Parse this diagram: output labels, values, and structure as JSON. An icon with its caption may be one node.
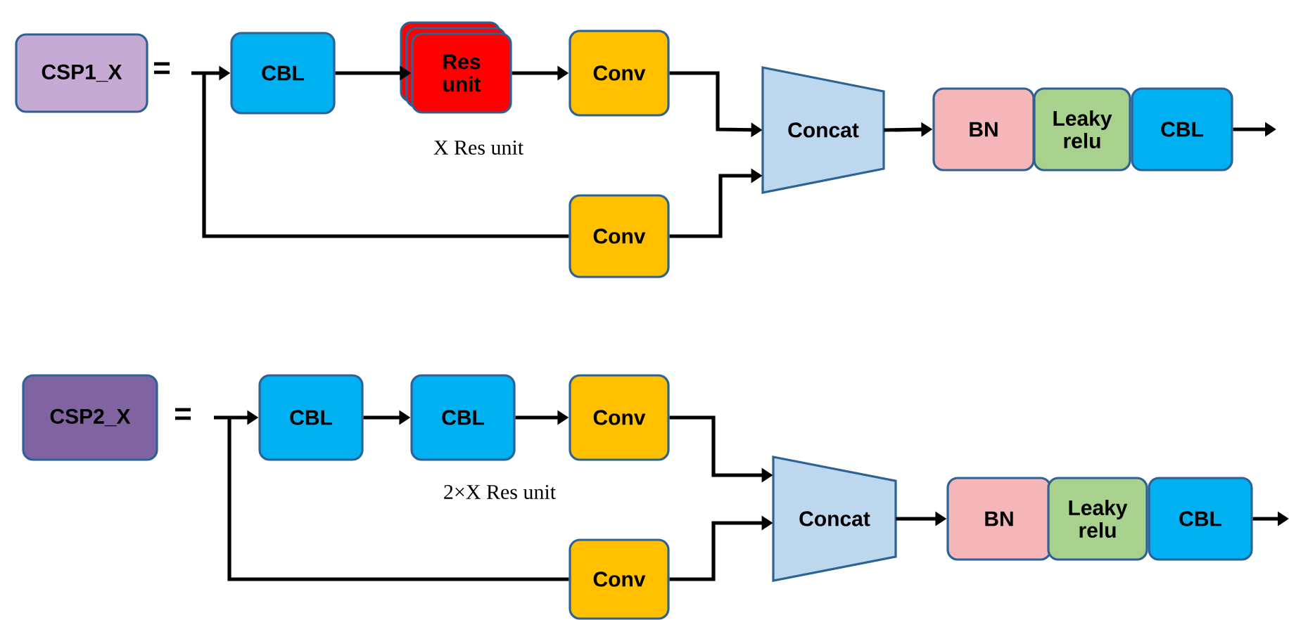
{
  "diagram": {
    "nodes": [
      {
        "text": [
          "CSP1_X"
        ]
      },
      {
        "text": [
          "CBL"
        ]
      },
      {
        "text": [
          "Res unit"
        ]
      },
      {
        "text": [
          "Conv"
        ]
      },
      {
        "text": [
          "Conv"
        ]
      },
      {
        "text": [
          "Concat"
        ]
      },
      {
        "text": [
          "BN"
        ]
      },
      {
        "text": [
          "Leaky relu"
        ]
      },
      {
        "text": [
          "CBL"
        ]
      },
      {
        "text": [
          "CSP2_X"
        ]
      },
      {
        "text": [
          "CBL"
        ]
      },
      {
        "text": [
          "CBL"
        ]
      },
      {
        "text": [
          "Conv"
        ]
      },
      {
        "text": [
          "Conv"
        ]
      },
      {
        "text": [
          "Concat"
        ]
      },
      {
        "text": [
          "BN"
        ]
      },
      {
        "text": [
          "Leaky relu"
        ]
      },
      {
        "text": [
          "CBL"
        ]
      }
    ],
    "edges": [
      {
        "from": null,
        "to": 1,
        "arrow": "to"
      },
      {
        "from": null,
        "to": 4,
        "arrow": "none"
      },
      {
        "from": 1,
        "to": 2,
        "arrow": "to"
      },
      {
        "from": 2,
        "to": 3,
        "arrow": "to"
      },
      {
        "from": 3,
        "to": 5,
        "arrow": "to"
      },
      {
        "from": 4,
        "to": 5,
        "arrow": "to"
      },
      {
        "from": 5,
        "to": 6,
        "arrow": "to"
      },
      {
        "from": 8,
        "to": null,
        "arrow": "to"
      },
      {
        "from": null,
        "to": 10,
        "arrow": "to"
      },
      {
        "from": null,
        "to": 13,
        "arrow": "none"
      },
      {
        "from": 10,
        "to": 11,
        "arrow": "to"
      },
      {
        "from": 11,
        "to": 12,
        "arrow": "to"
      },
      {
        "from": 12,
        "to": 14,
        "arrow": "to"
      },
      {
        "from": 13,
        "to": 14,
        "arrow": "to"
      },
      {
        "from": 14,
        "to": 15,
        "arrow": "to"
      },
      {
        "from": 17,
        "to": null,
        "arrow": "to"
      }
    ],
    "labels": [
      "=",
      "X Res unit",
      "=",
      "2×X Res unit"
    ]
  }
}
